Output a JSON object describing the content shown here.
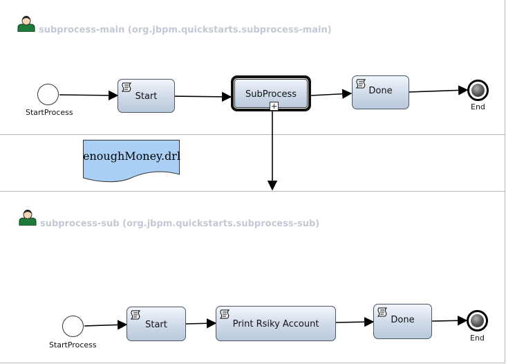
{
  "pools": [
    {
      "title": "subprocess-main (org.jbpm.quickstarts.subprocess-main)"
    },
    {
      "title": "subprocess-sub (org.jbpm.quickstarts.subprocess-sub)"
    }
  ],
  "main": {
    "start_event_label": "StartProcess",
    "task_start": "Start",
    "subprocess": "SubProcess",
    "task_done": "Done",
    "end_event_label": "End"
  },
  "artifact": {
    "label": "enoughMoney.drl"
  },
  "sub": {
    "start_event_label": "StartProcess",
    "task_start": "Start",
    "task_print": "Print Rsiky Account",
    "task_done": "Done",
    "end_event_label": "End"
  },
  "colors": {
    "task_fill_top": "#f2f6fb",
    "task_fill_bottom": "#b9c8db",
    "artifact_fill": "#a9cff4",
    "pool_title": "#c2c9d4",
    "person_icon": "#1f7a3a"
  },
  "icons": [
    "person-icon",
    "script-icon",
    "expand-icon"
  ]
}
